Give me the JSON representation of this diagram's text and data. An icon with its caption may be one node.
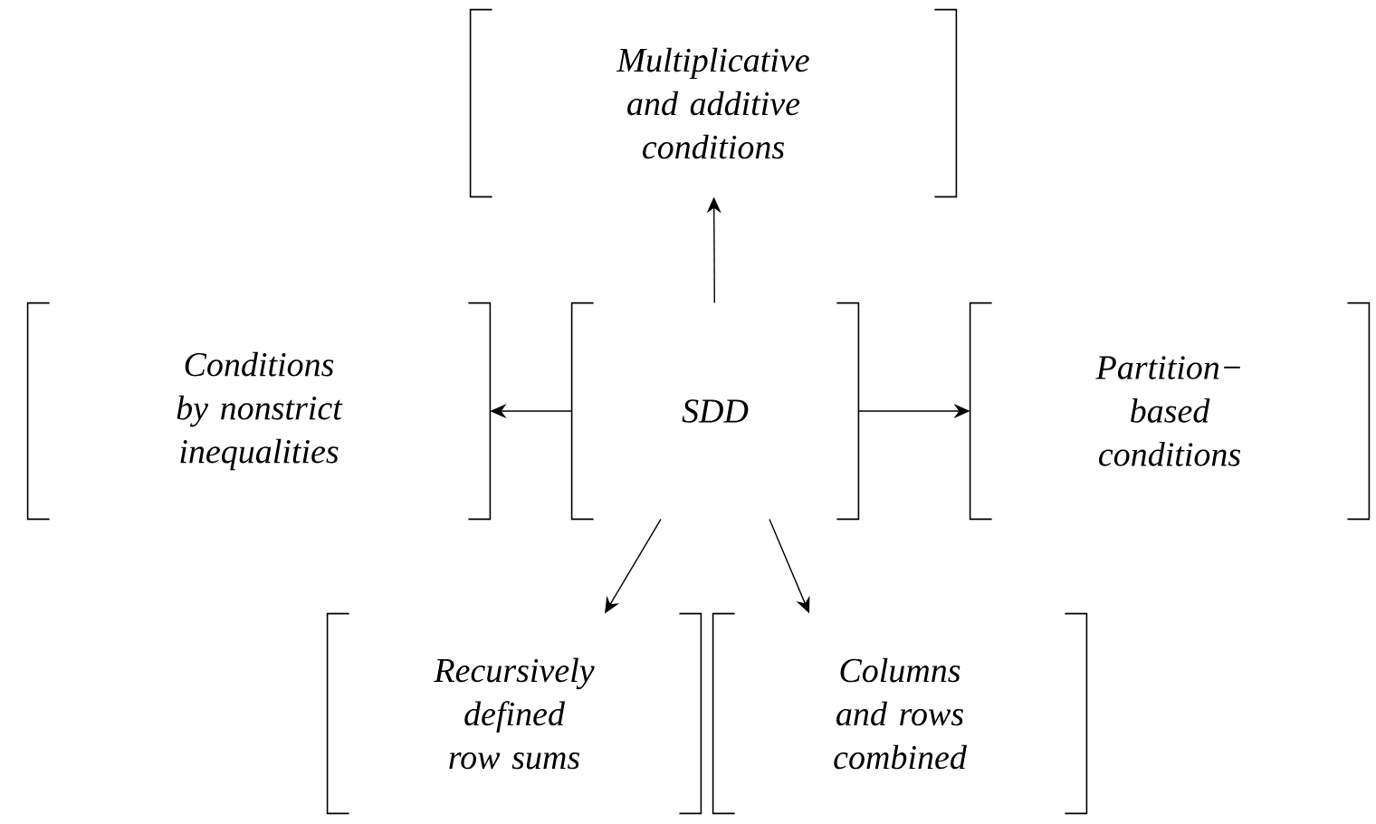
{
  "diagram": {
    "nodes": [
      {
        "text": [
          "Multiplicative and additive conditions"
        ]
      },
      {
        "text": [
          "Conditions by nonstrict inequalities"
        ]
      },
      {
        "text": [
          "SDD"
        ]
      },
      {
        "text": [
          "Partition− based conditions"
        ]
      },
      {
        "text": [
          "Recursively defined row sums"
        ]
      },
      {
        "text": [
          "Columns and rows combined"
        ]
      }
    ],
    "edges": [
      {
        "from": 2,
        "to": 0,
        "arrow": "to"
      },
      {
        "from": 2,
        "to": 1,
        "arrow": "to"
      },
      {
        "from": 2,
        "to": 3,
        "arrow": "to"
      },
      {
        "from": 2,
        "to": 4,
        "arrow": "to"
      },
      {
        "from": 2,
        "to": 5,
        "arrow": "to"
      }
    ]
  }
}
